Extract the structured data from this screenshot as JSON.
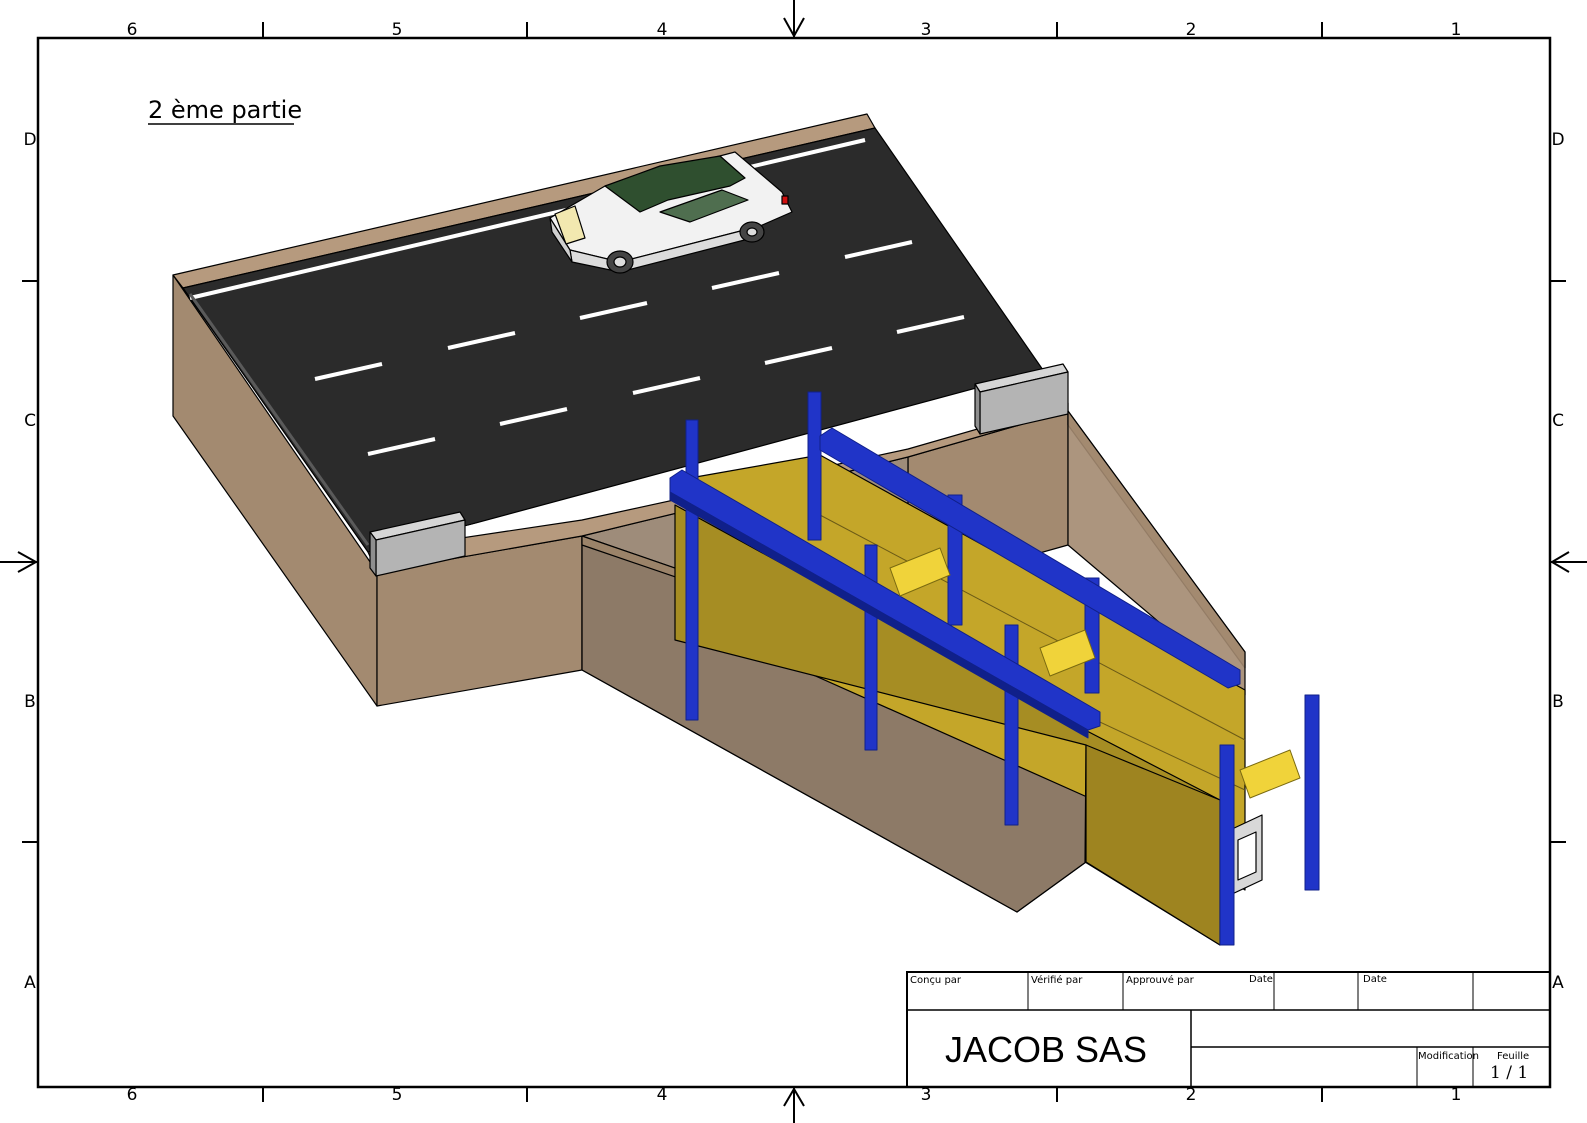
{
  "sheet": {
    "part_title": "2 ème partie",
    "zones_horizontal": [
      "6",
      "5",
      "4",
      "3",
      "2",
      "1"
    ],
    "zones_vertical": [
      "D",
      "C",
      "B",
      "A"
    ]
  },
  "title_block": {
    "designed_by_label": "Conçu par",
    "checked_by_label": "Vérifié par",
    "approved_by_label": "Approuvé par",
    "date_label_1": "Date",
    "date_label_2": "Date",
    "company": "JACOB SAS",
    "modification_label": "Modification",
    "sheet_label": "Feuille",
    "sheet_value": "1 / 1"
  },
  "colors": {
    "asphalt": "#2b2b2b",
    "soil_top": "#b69a7e",
    "soil_side": "#a38a70",
    "soil_dark": "#8d7863",
    "shoring_panel": "#c4a629",
    "shoring_panel_dark": "#9e8420",
    "strut_blue": "#2034c8",
    "strut_blue_dark": "#10208a",
    "spreader_yellow": "#f0d33a",
    "curb_grey": "#b4b4b4"
  }
}
